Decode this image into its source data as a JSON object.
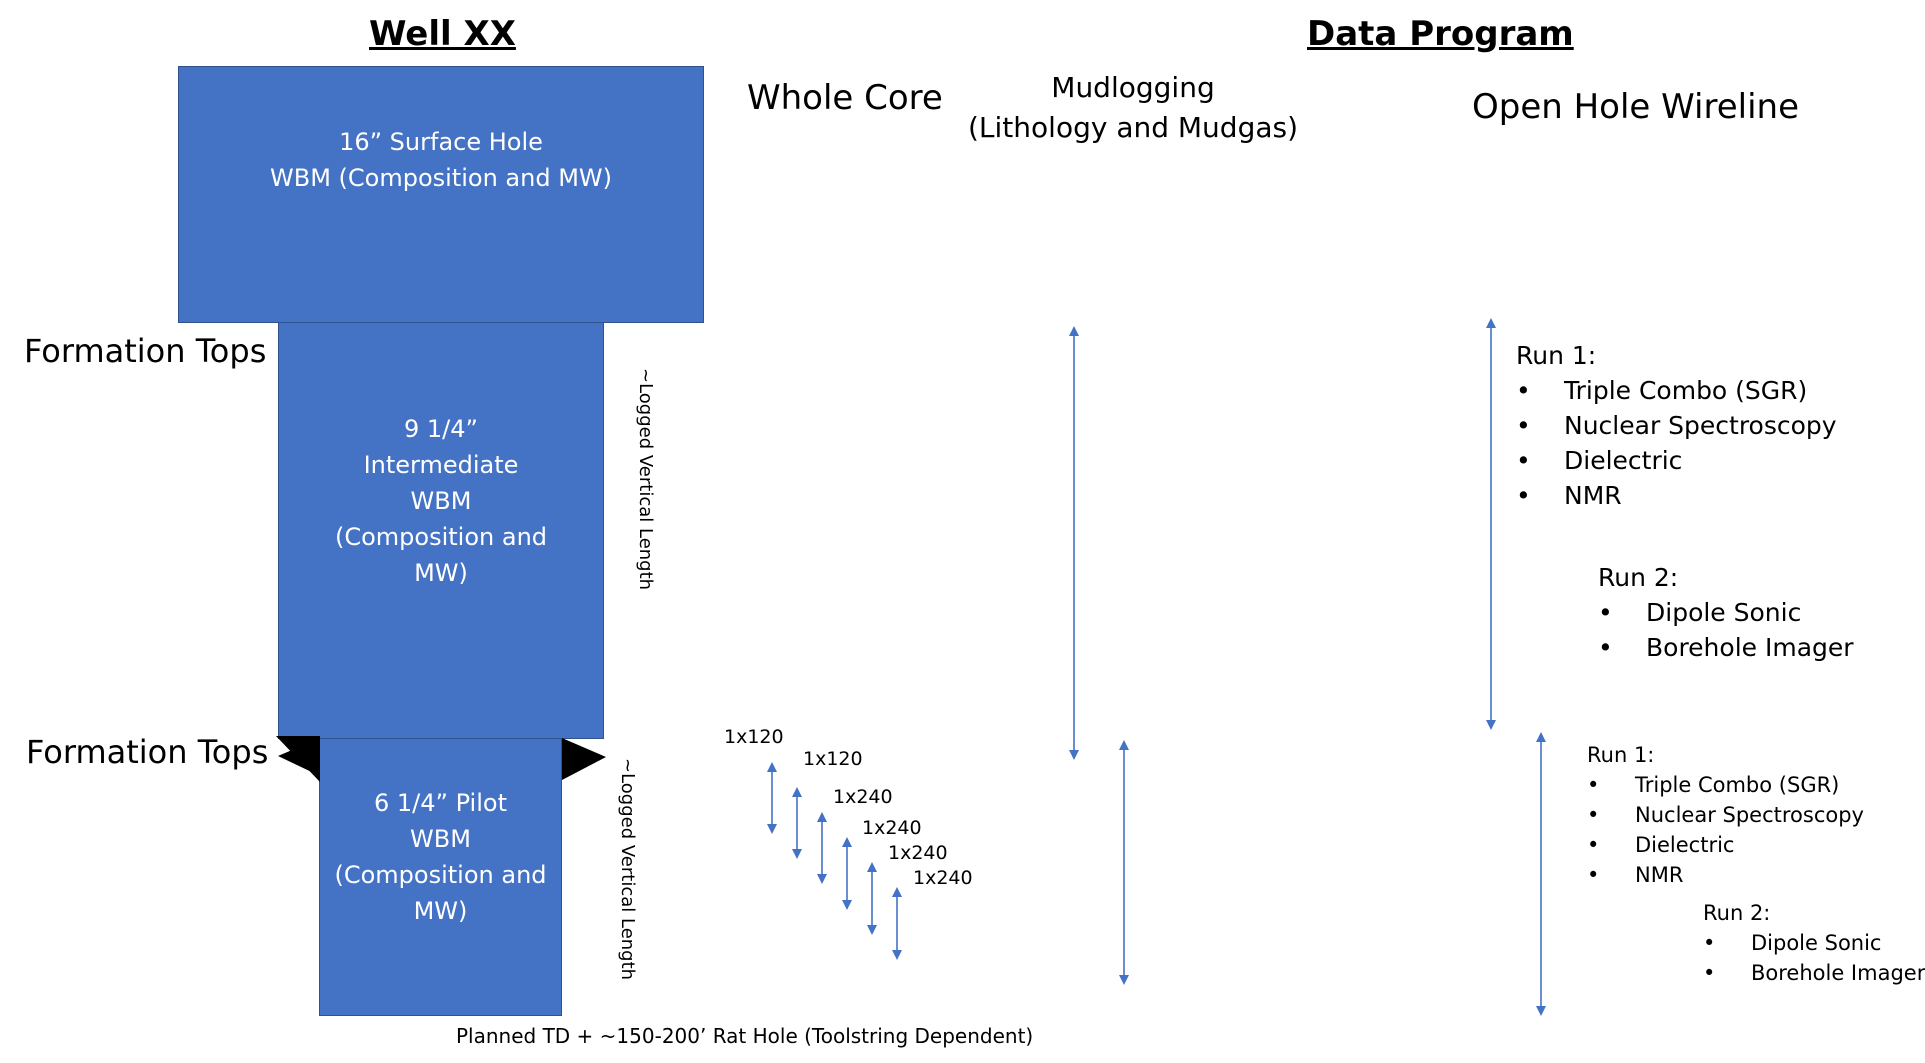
{
  "headings": {
    "well": "Well XX",
    "data_program": "Data Program"
  },
  "sections": {
    "surface": {
      "lines": [
        "16” Surface Hole",
        "WBM (Composition and MW)"
      ]
    },
    "intermediate": {
      "lines": [
        "9 1/4”",
        "Intermediate",
        "WBM",
        "(Composition and",
        "MW)"
      ]
    },
    "pilot": {
      "lines": [
        "6 1/4” Pilot",
        "WBM",
        "(Composition and",
        "MW)"
      ]
    }
  },
  "formation_tops": [
    "Formation Tops",
    "Formation Tops"
  ],
  "logged_vertical_length": [
    "~Logged Vertical Length",
    "~Logged Vertical Length"
  ],
  "columns": {
    "whole_core": "Whole Core",
    "mudlogging": [
      "Mudlogging",
      "(Lithology and Mudgas)"
    ],
    "open_hole_wireline": "Open Hole Wireline"
  },
  "cores": [
    "1x120",
    "1x120",
    "1x240",
    "1x240",
    "1x240",
    "1x240"
  ],
  "wireline_upper": {
    "run1": {
      "title": "Run 1:",
      "items": [
        "Triple Combo (SGR)",
        "Nuclear Spectroscopy",
        "Dielectric",
        "NMR"
      ]
    },
    "run2": {
      "title": "Run 2:",
      "items": [
        "Dipole Sonic",
        "Borehole Imager"
      ]
    }
  },
  "wireline_lower": {
    "run1": {
      "title": "Run 1:",
      "items": [
        "Triple Combo (SGR)",
        "Nuclear Spectroscopy",
        "Dielectric",
        "NMR"
      ]
    },
    "run2": {
      "title": "Run 2:",
      "items": [
        "Dipole Sonic",
        "Borehole Imager"
      ]
    }
  },
  "bullet_glyph": "•",
  "footer": "Planned TD + ~150-200’ Rat Hole (Toolstring Dependent)",
  "colors": {
    "casing_fill": "#4472c4",
    "arrow": "#4472c4",
    "shoe": "#000000"
  }
}
